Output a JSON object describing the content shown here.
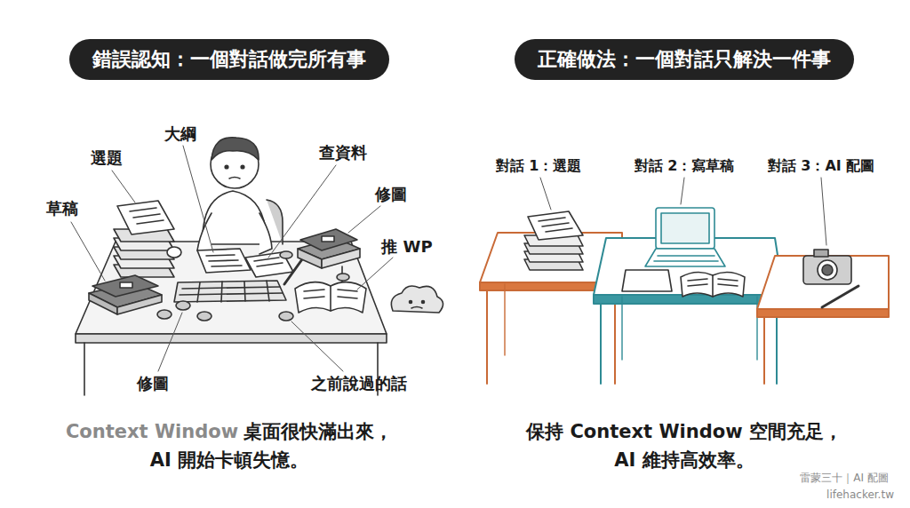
{
  "diagram": {
    "nodes": [
      {
        "text": [
          "錯誤認知：一個對話做完所有事"
        ]
      },
      {
        "text": [
          "正確做法：一個對話只解決一件事"
        ]
      }
    ],
    "labels": [
      "選題",
      "大綱",
      "查資料",
      "修圖",
      "草稿",
      "推 WP",
      "修圖",
      "之前說過的話",
      "Context Window",
      "桌面很快滿出來，",
      "AI 開始卡頓失憶。",
      "對話 1：選題",
      "對話 2：寫草稿",
      "對話 3：AI 配圖",
      "保持 Context Window 空間充足，",
      "AI 維持高效率。",
      "雷蒙三十｜AI 配圖",
      "lifehacker.tw"
    ]
  }
}
